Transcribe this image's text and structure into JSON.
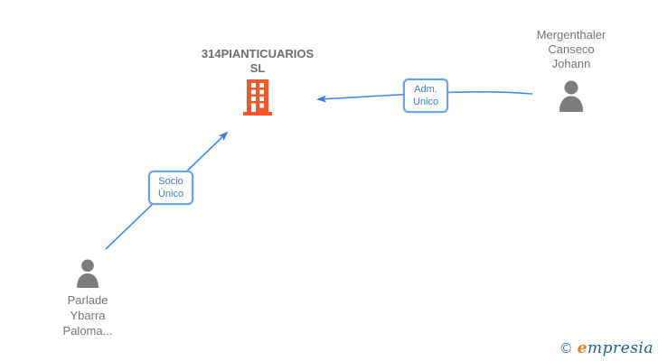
{
  "company": {
    "name_line1": "314PIANTICUARIOS",
    "name_line2": "SL",
    "icon": "building-icon",
    "icon_color": "#f4572b"
  },
  "persons": [
    {
      "id": "person-right",
      "lines": [
        "Mergenthaler",
        "Canseco",
        "Johann"
      ],
      "icon": "person-icon",
      "icon_color": "#7c7c7c"
    },
    {
      "id": "person-left",
      "lines": [
        "Parlade",
        "Ybarra",
        "Paloma..."
      ],
      "icon": "person-icon",
      "icon_color": "#7c7c7c"
    }
  ],
  "edges": [
    {
      "from": "person-right",
      "to": "company",
      "label_line1": "Adm.",
      "label_line2": "Unico",
      "color": "#4a86e8"
    },
    {
      "from": "person-left",
      "to": "company",
      "label_line1": "Socio",
      "label_line2": "Único",
      "color": "#4a86e8"
    }
  ],
  "footer": {
    "copyright": "©",
    "brand_first_letter": "e",
    "brand_rest": "mpresia",
    "copyright_color": "#2e8099",
    "brand_first_color": "#ee7c1e",
    "brand_rest_color": "#1b6382"
  },
  "colors": {
    "edge_blue": "#4a86e8",
    "edge_label_border": "#6ba1e8",
    "edge_label_text": "#4576d9",
    "node_text_gray": "#757575",
    "company_text_gray": "#6e6e6e",
    "building_orange": "#f4572b",
    "person_gray": "#7c7c7c",
    "background": "#ffffff"
  }
}
